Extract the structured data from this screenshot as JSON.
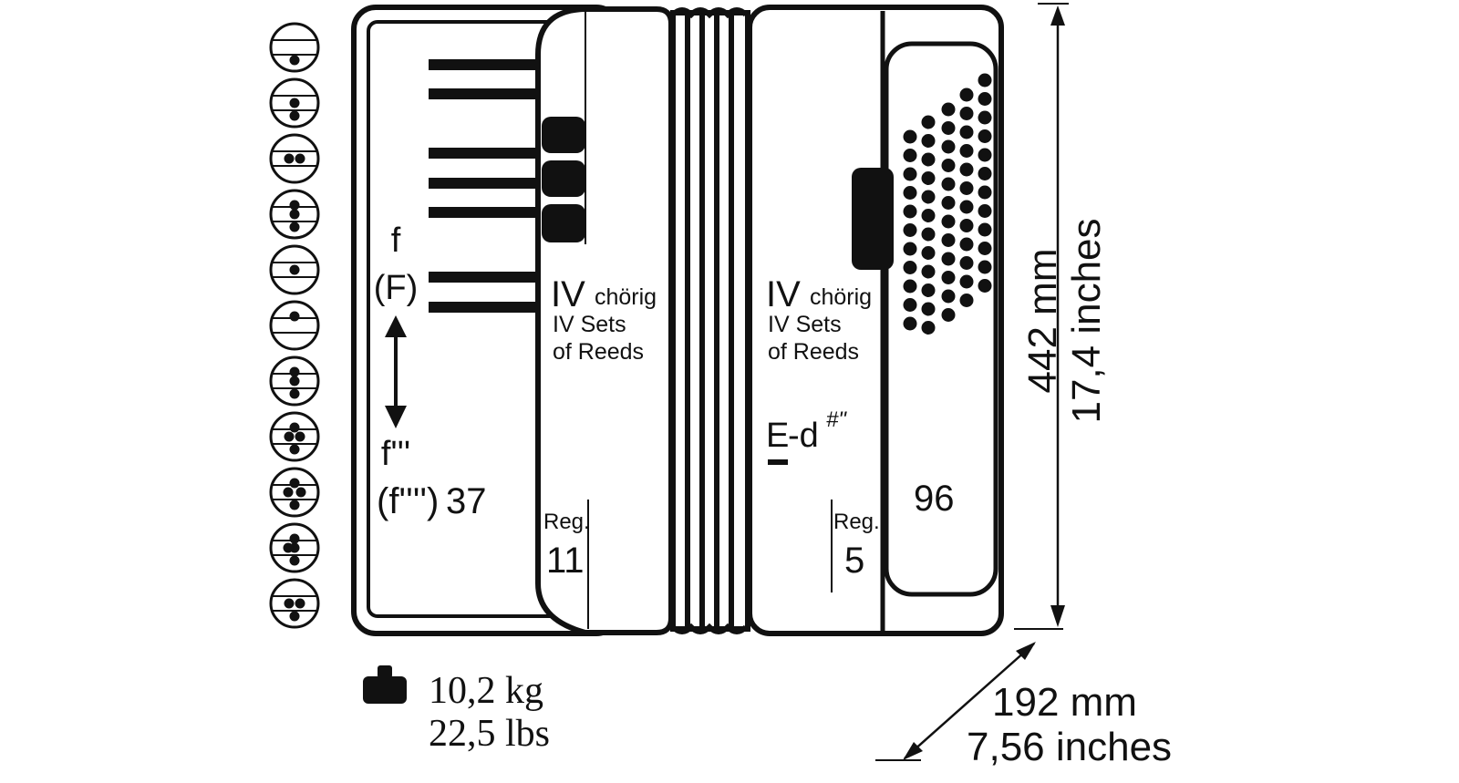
{
  "register_symbol_count": 11,
  "treble": {
    "reeds_main": "IV",
    "reeds_word": "chörig",
    "reeds_en_1": "IV Sets",
    "reeds_en_2": "of Reeds",
    "range_low": "f",
    "range_low_alt": "(F)",
    "range_high": "f'''",
    "range_high_alt": "(f'''')",
    "keys": "37",
    "reg_label": "Reg.",
    "reg_count": "11"
  },
  "bass": {
    "reeds_main": "IV",
    "reeds_word": "chörig",
    "reeds_en_1": "IV Sets",
    "reeds_en_2": "of Reeds",
    "range_low": "E",
    "range_high": "-d",
    "range_sup": "#\"",
    "reg_label": "Reg.",
    "reg_count": "5",
    "buttons": "96"
  },
  "dimensions": {
    "height_mm": "442 mm",
    "height_in": "17,4 inches",
    "depth_mm": "192 mm",
    "depth_in": "7,56 inches",
    "weight_kg": "10,2 kg",
    "weight_lbs": "22,5 lbs"
  },
  "icons": [
    "register-switch-icon",
    "weight-icon",
    "double-arrow-icon"
  ],
  "colors": {
    "ink": "#111111",
    "paper": "#ffffff"
  }
}
